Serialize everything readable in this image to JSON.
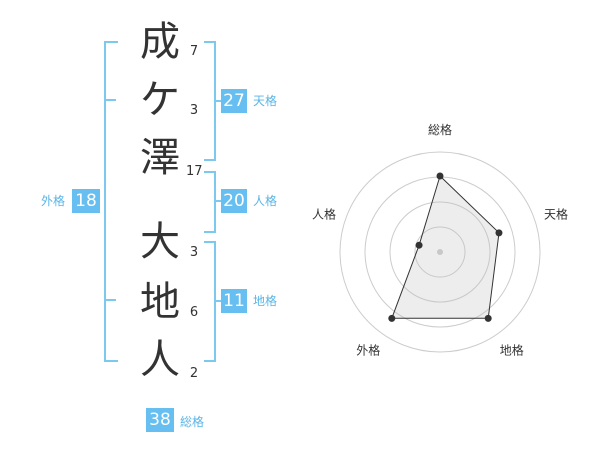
{
  "name": {
    "characters": [
      {
        "char": "成",
        "strokes": "7"
      },
      {
        "char": "ケ",
        "strokes": "3"
      },
      {
        "char": "澤",
        "strokes": "17"
      },
      {
        "char": "大",
        "strokes": "3"
      },
      {
        "char": "地",
        "strokes": "6"
      },
      {
        "char": "人",
        "strokes": "2"
      }
    ]
  },
  "scores": {
    "tenkaku": {
      "value": "27",
      "label": "天格"
    },
    "jinkaku": {
      "value": "20",
      "label": "人格"
    },
    "chikaku": {
      "value": "11",
      "label": "地格"
    },
    "gaikaku": {
      "value": "18",
      "label": "外格"
    },
    "soukaku": {
      "value": "38",
      "label": "総格"
    }
  },
  "colors": {
    "accent": "#66bff0",
    "bracket": "#7cc8ee",
    "text": "#333333"
  },
  "chart_data": {
    "type": "radar",
    "axes": [
      "総格",
      "天格",
      "地格",
      "外格",
      "人格"
    ],
    "values": [
      0.76,
      0.62,
      0.82,
      0.82,
      0.22
    ],
    "max": 1,
    "rings": 4
  }
}
